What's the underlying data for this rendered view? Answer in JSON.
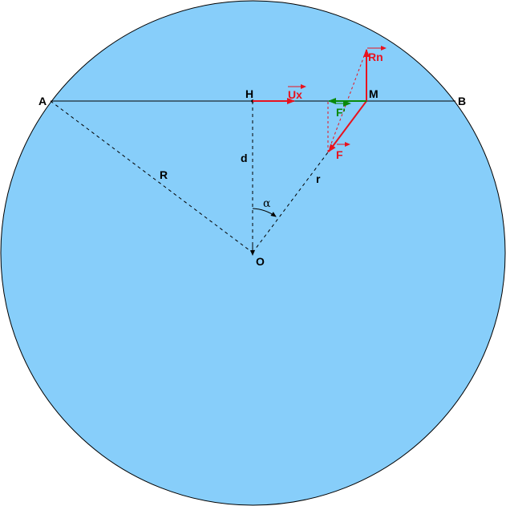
{
  "colors": {
    "disk_fill": "#87CEFA",
    "outline": "#000000",
    "red_vector": "#E8121E",
    "green_vector": "#0A8A0A"
  },
  "labels": {
    "A": "A",
    "B": "B",
    "H": "H",
    "M": "M",
    "O": "O",
    "R": "R",
    "d": "d",
    "r": "r",
    "alpha": "α",
    "Ux": "Ux",
    "Rn": "Rn",
    "F": "F",
    "F_prime": "F'"
  }
}
